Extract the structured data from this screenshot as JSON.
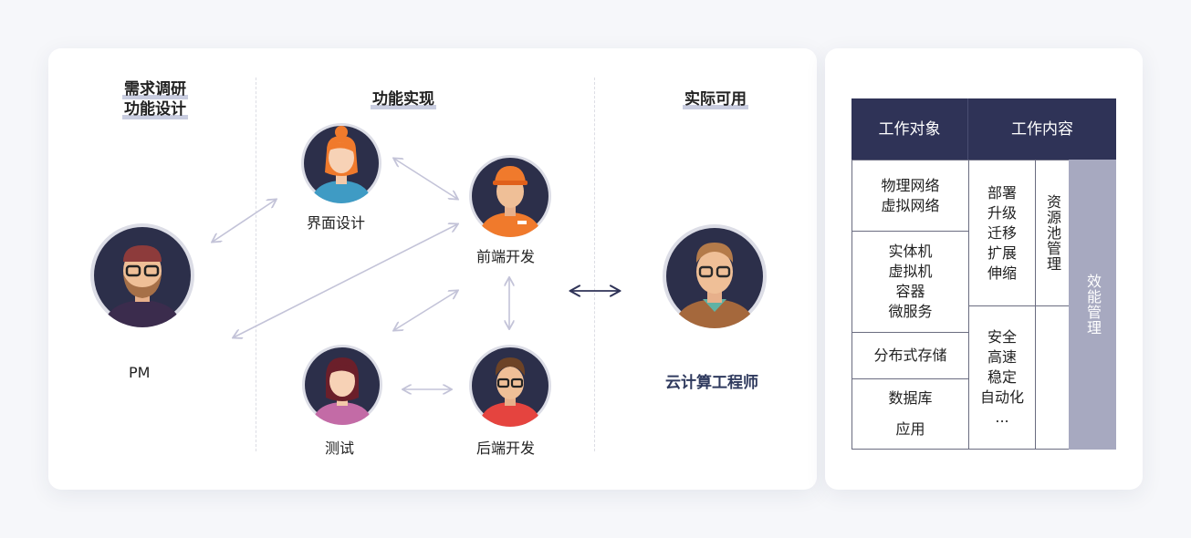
{
  "phases": [
    {
      "lines": [
        "需求调研",
        "功能设计"
      ]
    },
    {
      "lines": [
        "功能实现"
      ]
    },
    {
      "lines": [
        "实际可用"
      ]
    }
  ],
  "roles": {
    "pm": "PM",
    "ui_design": "界面设计",
    "frontend": "前端开发",
    "testing": "测试",
    "backend": "后端开发",
    "cloud_engineer": "云计算工程师"
  },
  "table": {
    "header": {
      "object": "工作对象",
      "content": "工作内容"
    },
    "objects": [
      {
        "lines": [
          "物理网络",
          "虚拟网络"
        ]
      },
      {
        "lines": [
          "实体机",
          "虚拟机",
          "容器",
          "微服务"
        ]
      },
      {
        "lines": [
          "分布式存储"
        ]
      },
      {
        "lines": [
          "数据库",
          "应用"
        ]
      }
    ],
    "tasks_group1": [
      "部署",
      "升级",
      "迁移",
      "扩展",
      "伸缩"
    ],
    "tasks_group2": [
      "安全",
      "高速",
      "稳定",
      "自动化",
      "..."
    ],
    "resource_pool": "资源池管理",
    "efficiency": "效能管理"
  },
  "colors": {
    "header_bg": "#2f3357",
    "efficiency_bg": "#a7a9c0",
    "arrow": "#c3c3d8",
    "arrow_dark": "#2f3357"
  }
}
